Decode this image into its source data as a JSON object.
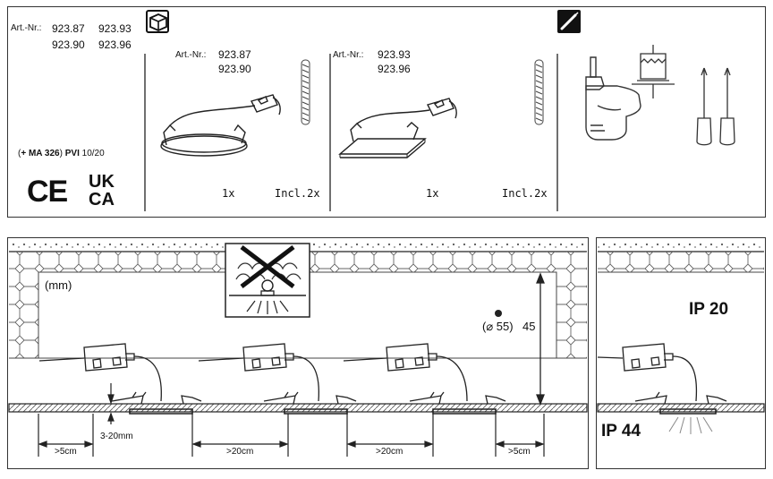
{
  "top_panel": {
    "left_block": {
      "art_label": "Art.-Nr.:",
      "art_numbers_row1": [
        "923.87",
        "923.93"
      ],
      "art_numbers_row2": [
        "923.90",
        "923.96"
      ],
      "cert_paren_open": "(",
      "cert_ma": "+ MA 326",
      "cert_paren_close": ")",
      "cert_pvi": "PVI",
      "cert_pvi_value": "10/20",
      "ce_mark": "CE",
      "ukca_line1": "UK",
      "ukca_line2": "CA"
    },
    "round_block": {
      "art_label": "Art.-Nr.:",
      "art_number_1": "923.87",
      "art_number_2": "923.90",
      "qty_label": "1x",
      "incl_label": "Incl.2x"
    },
    "square_block": {
      "art_label": "Art.-Nr.:",
      "art_number_1": "923.93",
      "art_number_2": "923.96",
      "qty_label": "1x",
      "incl_label": "Incl.2x"
    },
    "icons": {
      "box": "package-icon",
      "tool": "screwdriver-icon"
    }
  },
  "install_panel": {
    "unit_label": "(mm)",
    "diameter_label": "(⌀ 55)",
    "depth_value": "45",
    "thickness_label": "3-20mm",
    "dim_left": ">5cm",
    "dim_mid1": ">20cm",
    "dim_mid2": ">20cm",
    "dim_right": ">5cm"
  },
  "ip_panel": {
    "ip_upper": "IP 20",
    "ip_lower": "IP 44"
  },
  "colors": {
    "stroke": "#222222",
    "insulation": "#555555"
  }
}
